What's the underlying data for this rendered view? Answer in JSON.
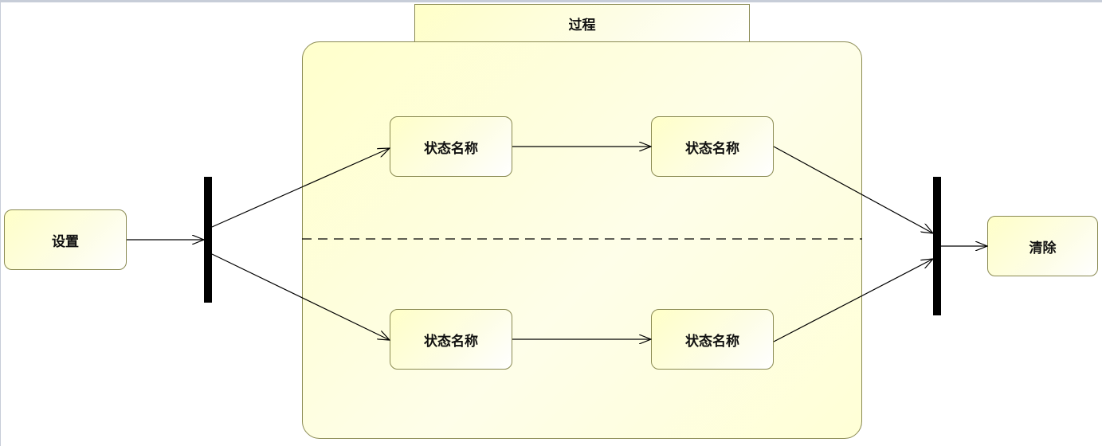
{
  "diagram": {
    "composite_title": "过程",
    "start_state": "设置",
    "end_state": "清除",
    "states": {
      "upper_left": "状态名称",
      "upper_right": "状态名称",
      "lower_left": "状态名称",
      "lower_right": "状态名称"
    }
  },
  "colors": {
    "fill": "#ffffcc",
    "border": "#8a8a52",
    "bar": "#000000",
    "background": "#ffffff"
  }
}
